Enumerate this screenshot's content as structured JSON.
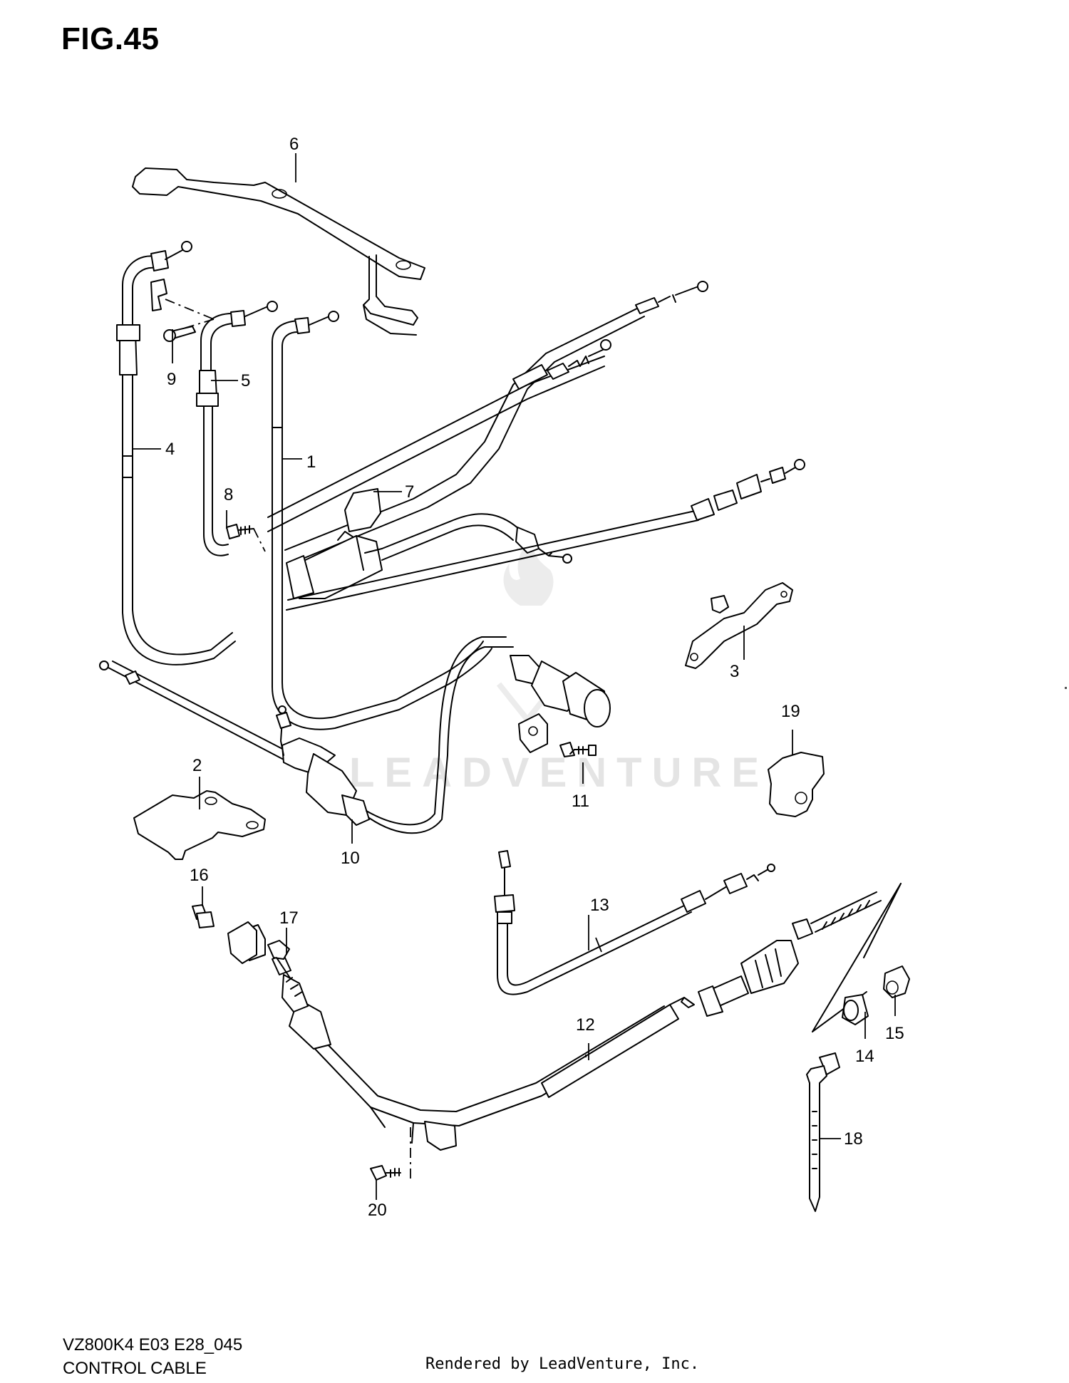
{
  "figure": {
    "title": "FIG.45"
  },
  "watermark": "LEADVENTURE",
  "callouts": [
    "1",
    "2",
    "3",
    "4",
    "5",
    "6",
    "7",
    "8",
    "9",
    "10",
    "11",
    "12",
    "13",
    "14",
    "15",
    "16",
    "17",
    "18",
    "19",
    "20"
  ],
  "footer": {
    "code": "VZ800K4 E03 E28_045",
    "name": "CONTROL CABLE",
    "rendered_by": "Rendered by LeadVenture, Inc."
  }
}
